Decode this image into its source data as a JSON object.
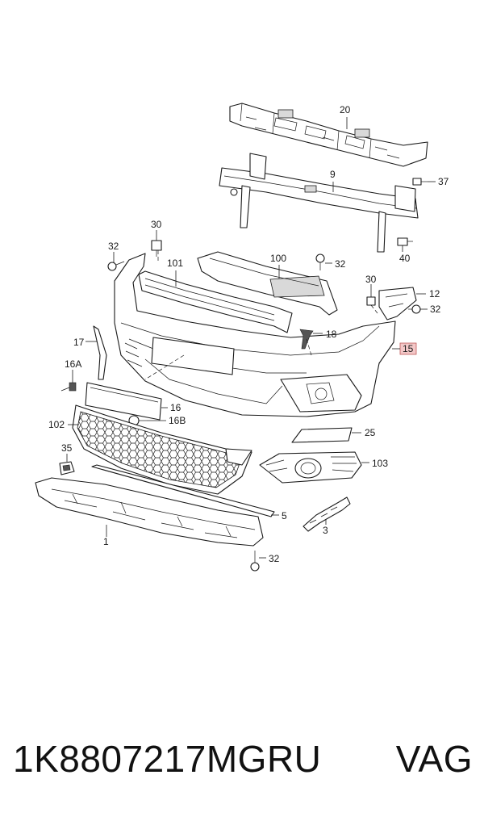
{
  "diagram": {
    "labels": {
      "l20": "20",
      "l9": "9",
      "l37": "37",
      "l40": "40",
      "l30a": "30",
      "l32a": "32",
      "l101": "101",
      "l100": "100",
      "l32b": "32",
      "l30b": "30",
      "l12": "12",
      "l32c": "32",
      "l18": "18",
      "l15": "15",
      "l17": "17",
      "l16A": "16A",
      "l16": "16",
      "l16B": "16B",
      "l102": "102",
      "l25": "25",
      "l35": "35",
      "l103": "103",
      "l5": "5",
      "l3": "3",
      "l1": "1",
      "l32d": "32"
    },
    "highlight_color": "#f0b8b8"
  },
  "footer": {
    "part_number": "1K8807217MGRU",
    "brand": "VAG"
  }
}
